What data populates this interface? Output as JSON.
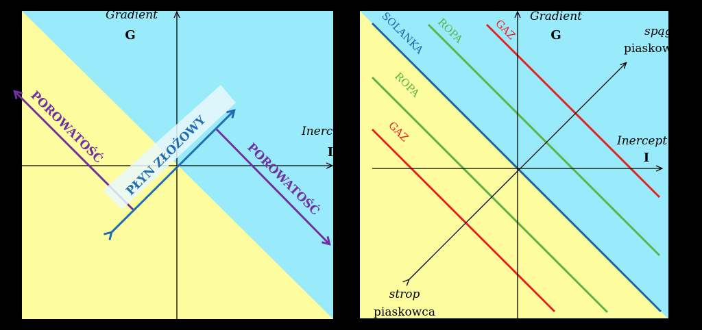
{
  "left_panel": {
    "y_axis_title": "Gradient",
    "y_axis_letter": "G",
    "x_axis_title": "Inercept",
    "x_axis_letter": "I",
    "arrow_upper_left_label": "POROWATOŚĆ",
    "arrow_lower_right_label": "POROWATOŚĆ",
    "fluid_arrow_label": "PŁYN ZŁOŻOWY"
  },
  "right_panel": {
    "y_axis_title": "Gradient",
    "y_axis_letter": "G",
    "x_axis_title": "Inercept",
    "x_axis_letter": "I",
    "upper_arrow_label_line1": "spąg",
    "upper_arrow_label_line2": "piaskowca",
    "lower_arrow_label_line1": "strop",
    "lower_arrow_label_line2": "piaskowca",
    "line_labels": {
      "solanka": "SOLANKA",
      "ropa_upper": "ROPA",
      "gaz_upper": "GAZ",
      "ropa_lower": "ROPA",
      "gaz_lower": "GAZ"
    }
  },
  "colors": {
    "background": "#000000",
    "cyan_region": "#99ebfb",
    "yellow_region": "#fdfc9e",
    "brine_blue": "#1d62ad",
    "oil_green": "#5cb247",
    "gas_red": "#e52222",
    "porosity_purple": "#7030a0",
    "fluid_blue": "#1f6eb3"
  }
}
